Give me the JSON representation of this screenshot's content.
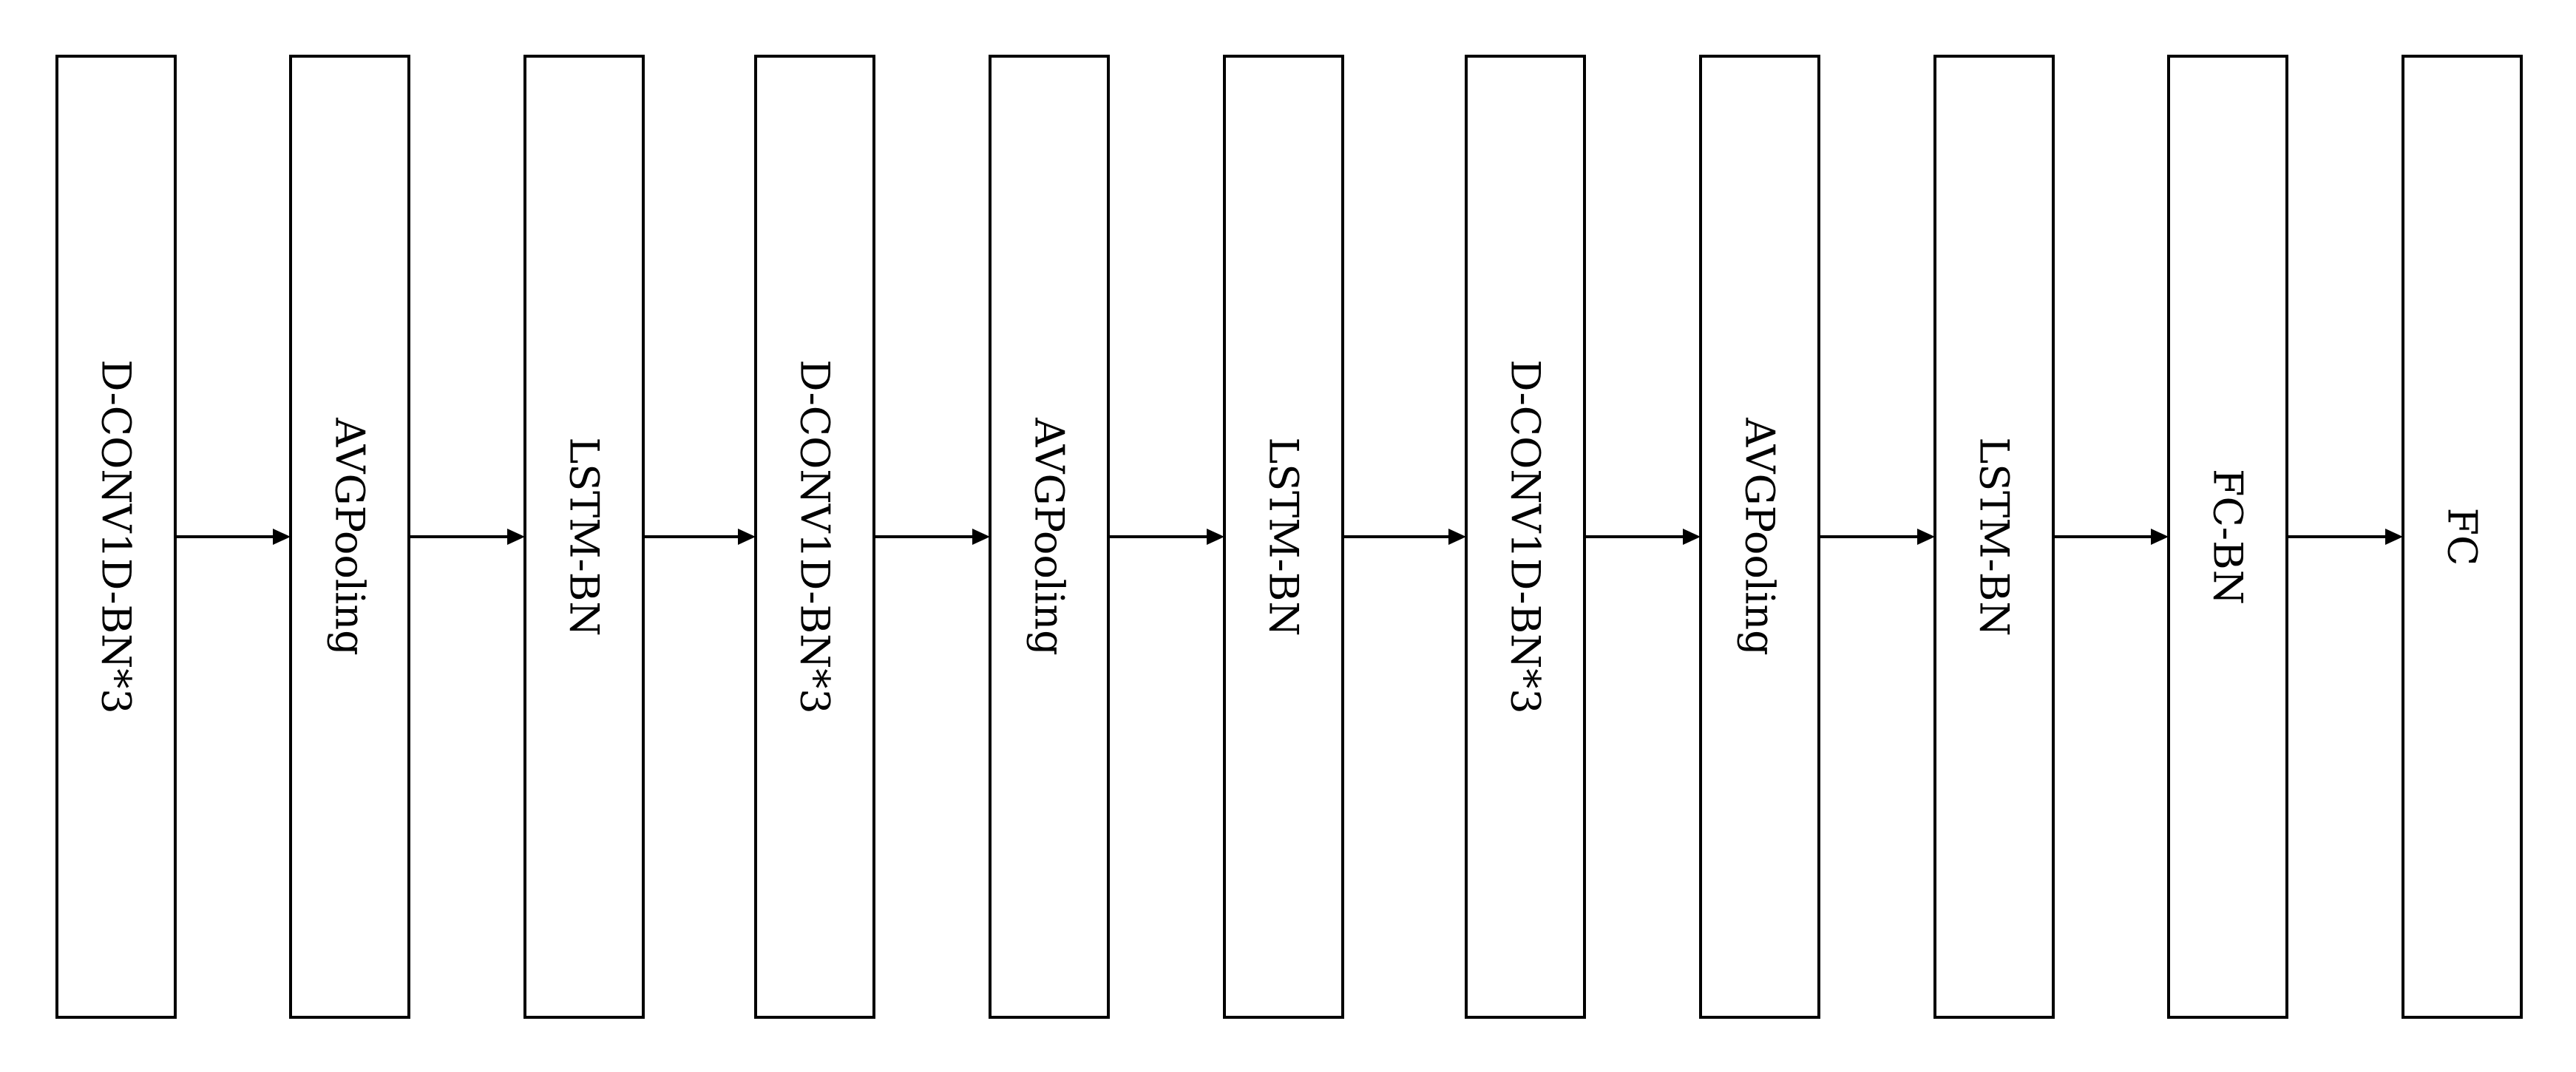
{
  "diagram": {
    "layers": [
      {
        "label": "D-CONV1D-BN*3"
      },
      {
        "label": "AVGPooling"
      },
      {
        "label": "LSTM-BN"
      },
      {
        "label": "D-CONV1D-BN*3"
      },
      {
        "label": "AVGPooling"
      },
      {
        "label": "LSTM-BN"
      },
      {
        "label": "D-CONV1D-BN*3"
      },
      {
        "label": "AVGPooling"
      },
      {
        "label": "LSTM-BN"
      },
      {
        "label": "FC-BN"
      },
      {
        "label": "FC"
      }
    ],
    "flow_direction": "left-to-right",
    "colors": {
      "stroke": "#000000",
      "fill": "#ffffff",
      "text": "#000000"
    }
  }
}
